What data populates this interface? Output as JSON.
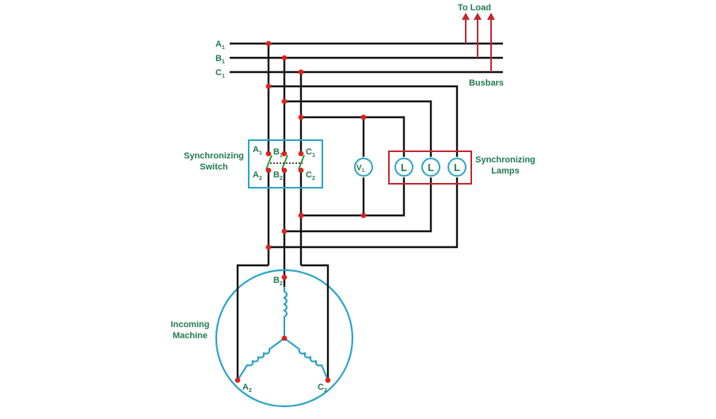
{
  "colors": {
    "label_green": "#1f7a4d",
    "wire": "#111111",
    "node": "#e0201b",
    "switch_box": "#2aa3c9",
    "lamp_box": "#c0282d",
    "load_arrow": "#c0282d",
    "machine_circle": "#2aa3c9"
  },
  "busbars": {
    "a": {
      "main": "A",
      "sub": "1"
    },
    "b": {
      "main": "B",
      "sub": "1"
    },
    "c": {
      "main": "C",
      "sub": "1"
    },
    "caption": "Busbars",
    "to_load": "To Load"
  },
  "switch": {
    "caption_line1": "Synchronizing",
    "caption_line2": "Switch",
    "top": [
      {
        "main": "A",
        "sub": "1"
      },
      {
        "main": "B",
        "sub": "1"
      },
      {
        "main": "C",
        "sub": "1"
      }
    ],
    "bottom": [
      {
        "main": "A",
        "sub": "2"
      },
      {
        "main": "B",
        "sub": "2"
      },
      {
        "main": "C",
        "sub": "2"
      }
    ]
  },
  "voltmeter": {
    "main": "V",
    "sub": "1"
  },
  "lamps": {
    "symbols": [
      "L",
      "L",
      "L"
    ],
    "caption_line1": "Synchronizing",
    "caption_line2": "Lamps"
  },
  "machine": {
    "caption_line1": "Incoming",
    "caption_line2": "Machine",
    "terminals": {
      "b": {
        "main": "B",
        "sub": "2"
      },
      "a": {
        "main": "A",
        "sub": "2"
      },
      "c": {
        "main": "C",
        "sub": "2"
      }
    }
  }
}
